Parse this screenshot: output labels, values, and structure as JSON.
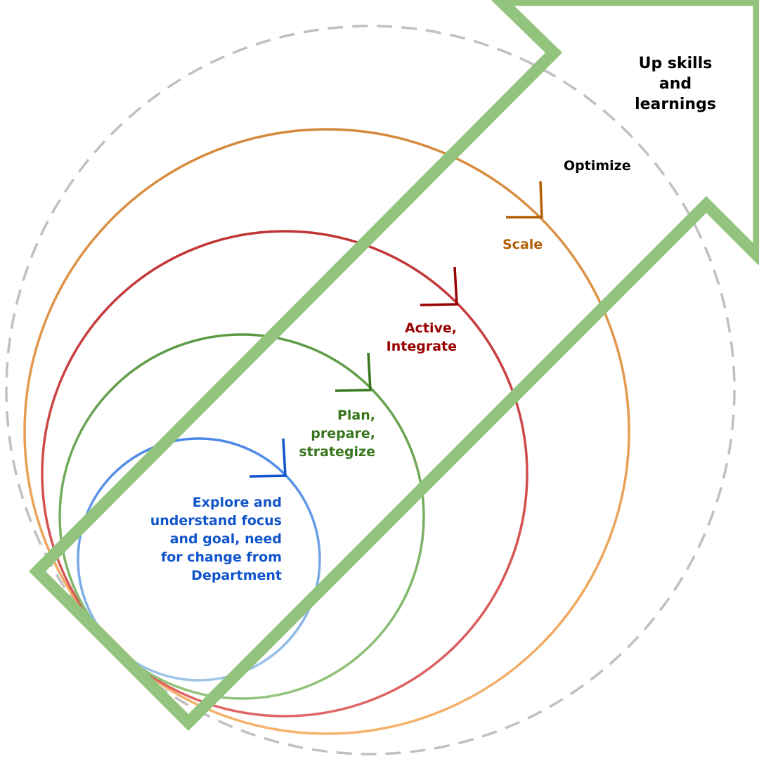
{
  "labels": {
    "goal": "Up skills\nand\nlearnings",
    "optimize": "Optimize",
    "scale": "Scale",
    "integrate": "Active,\nIntegrate",
    "plan": "Plan,\nprepare,\nstrategize",
    "explore": "Explore and\nunderstand focus\nand goal, need\nfor change from\nDepartment"
  },
  "colors": {
    "arrow": "#93c47d",
    "dashed_circle": "#c0c0c0",
    "scale": "#b45f06",
    "scale_light": "#f6b26b",
    "integrate": "#990000",
    "integrate_light": "#e06666",
    "plan": "#38761d",
    "plan_light": "#93c47d",
    "explore": "#1155cc",
    "explore_light": "#9fc5e8",
    "optimize_text": "#000000",
    "goal_text": "#000000"
  }
}
